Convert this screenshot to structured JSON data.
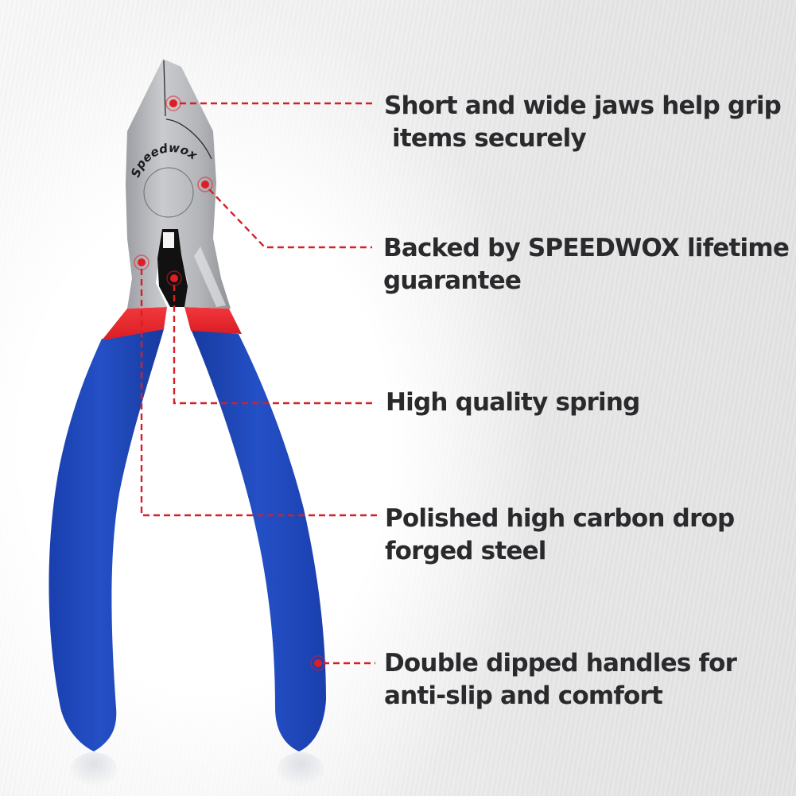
{
  "product": {
    "brand_engraving": "Speedwox",
    "type": "diagonal cutting pliers",
    "colors": {
      "handle": "#1f46b8",
      "handle_shadow": "#163596",
      "collar": "#e8232a",
      "steel": "#b9bbbf",
      "callout": "#d42026",
      "text": "#2a2a2c"
    }
  },
  "callouts": [
    {
      "id": "jaws",
      "lines": [
        "Short and wide jaws help grip",
        " items securely"
      ],
      "marker_icon": "target-dot-icon"
    },
    {
      "id": "guarantee",
      "lines": [
        "Backed by SPEEDWOX lifetime",
        "guarantee"
      ],
      "marker_icon": "target-dot-icon"
    },
    {
      "id": "spring",
      "lines": [
        "High quality spring"
      ],
      "marker_icon": "target-dot-icon"
    },
    {
      "id": "steel",
      "lines": [
        "Polished high carbon drop",
        "forged steel"
      ],
      "marker_icon": "target-dot-icon"
    },
    {
      "id": "handles",
      "lines": [
        "Double dipped handles for",
        "anti-slip and comfort"
      ],
      "marker_icon": "target-dot-icon"
    }
  ]
}
